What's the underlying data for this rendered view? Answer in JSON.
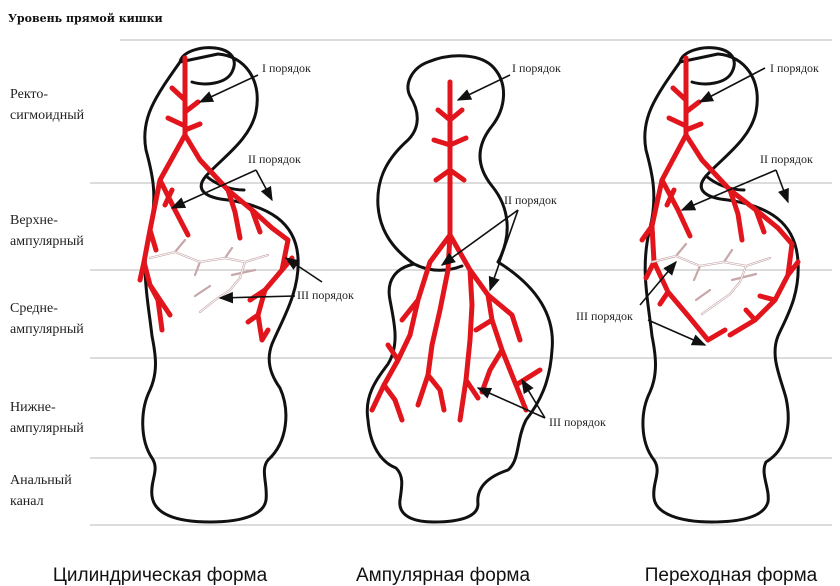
{
  "heading": "Уровень прямой кишки",
  "levels": [
    {
      "line1": "Ректо-",
      "line2": "сигмоидный"
    },
    {
      "line1": "Верхне-",
      "line2": "ампулярный"
    },
    {
      "line1": "Средне-",
      "line2": "ампулярный"
    },
    {
      "line1": "Нижне-",
      "line2": "ампулярный"
    },
    {
      "line1": "Анальный",
      "line2": "канал"
    }
  ],
  "forms": [
    {
      "caption": "Цилиндрическая форма",
      "order1": "I порядок",
      "order2": "II порядок",
      "order3": "III порядок"
    },
    {
      "caption": "Ампулярная форма",
      "order1": "I порядок",
      "order2": "II порядок",
      "order3": "III порядок"
    },
    {
      "caption": "Переходная форма",
      "order1": "I порядок",
      "order2": "II порядок",
      "order3": "III порядок"
    }
  ],
  "colors": {
    "vessel": "#e2151c",
    "outline": "#111111",
    "plexus": "#c7a7a9",
    "separator": "#b9b9b9"
  }
}
